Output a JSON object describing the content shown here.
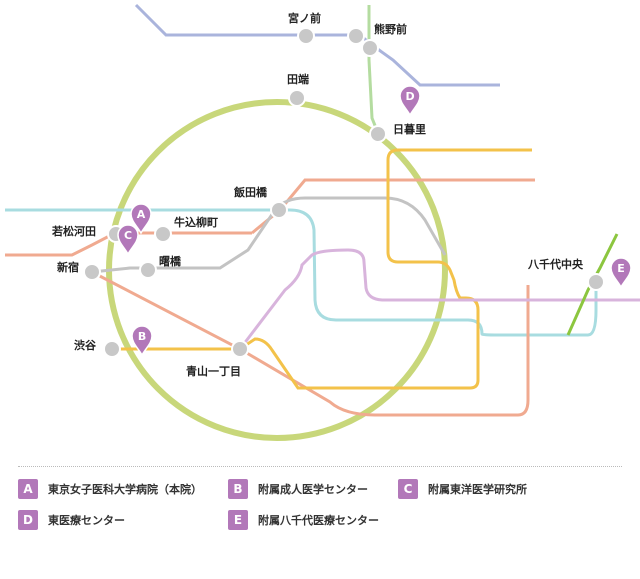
{
  "map": {
    "stations": {
      "miyanomae": "宮ノ前",
      "kumanomae": "熊野前",
      "tabata": "田端",
      "nippori": "日暮里",
      "iidabashi": "飯田橋",
      "ushigomeyanagicho": "牛込柳町",
      "wakamatsukawada": "若松河田",
      "shinjuku": "新宿",
      "akebonobashi": "曙橋",
      "shibuya": "渋谷",
      "aoyamaitchome": "青山一丁目",
      "yachiyochuo": "八千代中央"
    },
    "pins": {
      "a": "A",
      "b": "B",
      "c": "C",
      "d": "D",
      "e": "E"
    },
    "colors": {
      "yamanote": "#c8d77a",
      "pin": "#b278b9",
      "toden": "#aab4dc",
      "nippori_toneri": "#b4dca0",
      "oedo": "#f0aa90",
      "tozai": "#a8dce0",
      "marunouchi": "#c3c3c3",
      "namboku": "#f3c24a",
      "hanzomon": "#d8b4dc",
      "toyo_rapid": "#8cc63f"
    }
  },
  "legend": {
    "items": [
      {
        "letter": "A",
        "label": "東京女子医科大学病院（本院）"
      },
      {
        "letter": "B",
        "label": "附属成人医学センター"
      },
      {
        "letter": "C",
        "label": "附属東洋医学研究所"
      },
      {
        "letter": "D",
        "label": "東医療センター"
      },
      {
        "letter": "E",
        "label": "附属八千代医療センター"
      }
    ]
  }
}
